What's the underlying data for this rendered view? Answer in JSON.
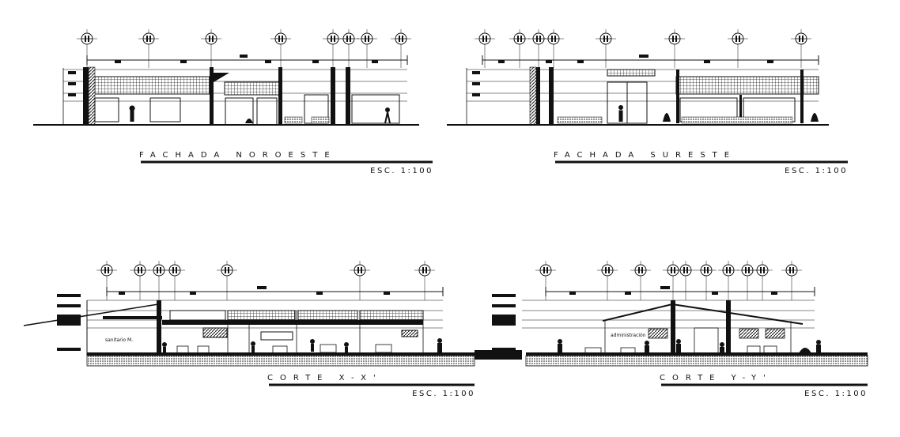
{
  "drawings": [
    {
      "id": "fachada-noroeste",
      "title": "FACHADA NOROESTE",
      "scale": "ESC. 1:100",
      "labels": []
    },
    {
      "id": "fachada-sureste",
      "title": "FACHADA SURESTE",
      "scale": "ESC. 1:100",
      "labels": []
    },
    {
      "id": "corte-xx",
      "title": "CORTE X-X'",
      "scale": "ESC. 1:100",
      "labels": [
        "sanitario M."
      ]
    },
    {
      "id": "corte-yy",
      "title": "CORTE Y-Y'",
      "scale": "ESC. 1:100",
      "labels": [
        "administración"
      ]
    }
  ],
  "colors": {
    "ink": "#111111",
    "hatch": "#333333",
    "paper": "#ffffff"
  }
}
